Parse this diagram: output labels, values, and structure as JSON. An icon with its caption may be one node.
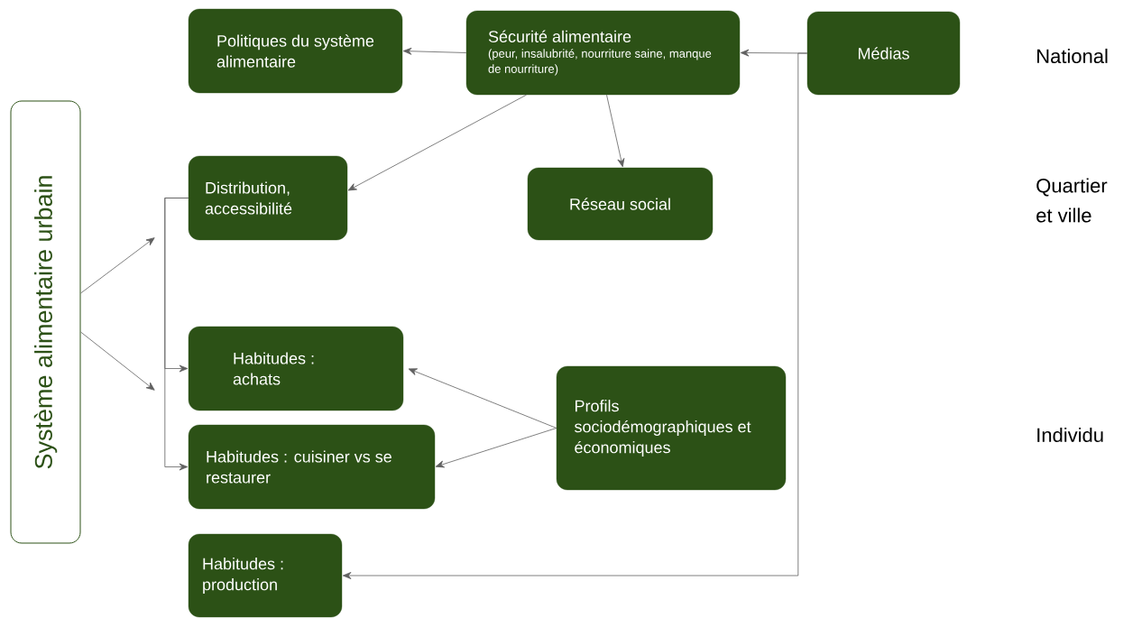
{
  "diagram": {
    "nodes": [
      {
        "text": [
          "Système alimentaire urbain"
        ]
      },
      {
        "text": [
          "Politiques du système alimentaire"
        ]
      },
      {
        "text": [
          "Sécurité alimentaire",
          "(peur, insalubrité, nourriture saine, manque de nourriture)"
        ]
      },
      {
        "text": [
          "Médias"
        ]
      },
      {
        "text": [
          "Distribution, accessibilité"
        ]
      },
      {
        "text": [
          "Réseau social"
        ]
      },
      {
        "text": [
          "Habitudes : achats"
        ]
      },
      {
        "text": [
          "Habitudes : cuisiner vs se restaurer"
        ]
      },
      {
        "text": [
          "Profils sociodémographiques et économiques"
        ]
      },
      {
        "text": [
          "Habitudes : production"
        ]
      }
    ],
    "edges": [
      {
        "from": 0,
        "to": null,
        "arrow": "to"
      },
      {
        "from": 0,
        "to": null,
        "arrow": "to"
      },
      {
        "from": 2,
        "to": 1,
        "arrow": "to"
      },
      {
        "from": 3,
        "to": 2,
        "arrow": "to"
      },
      {
        "from": 3,
        "to": 9,
        "arrow": "to"
      },
      {
        "from": 2,
        "to": 4,
        "arrow": "to"
      },
      {
        "from": 2,
        "to": 5,
        "arrow": "to"
      },
      {
        "from": 4,
        "to": 6,
        "arrow": "to"
      },
      {
        "from": 4,
        "to": 7,
        "arrow": "to"
      },
      {
        "from": 8,
        "to": 6,
        "arrow": "to"
      },
      {
        "from": 8,
        "to": 7,
        "arrow": "to"
      }
    ],
    "labels": [
      "National",
      "Quartier et ville",
      "Individu"
    ]
  }
}
